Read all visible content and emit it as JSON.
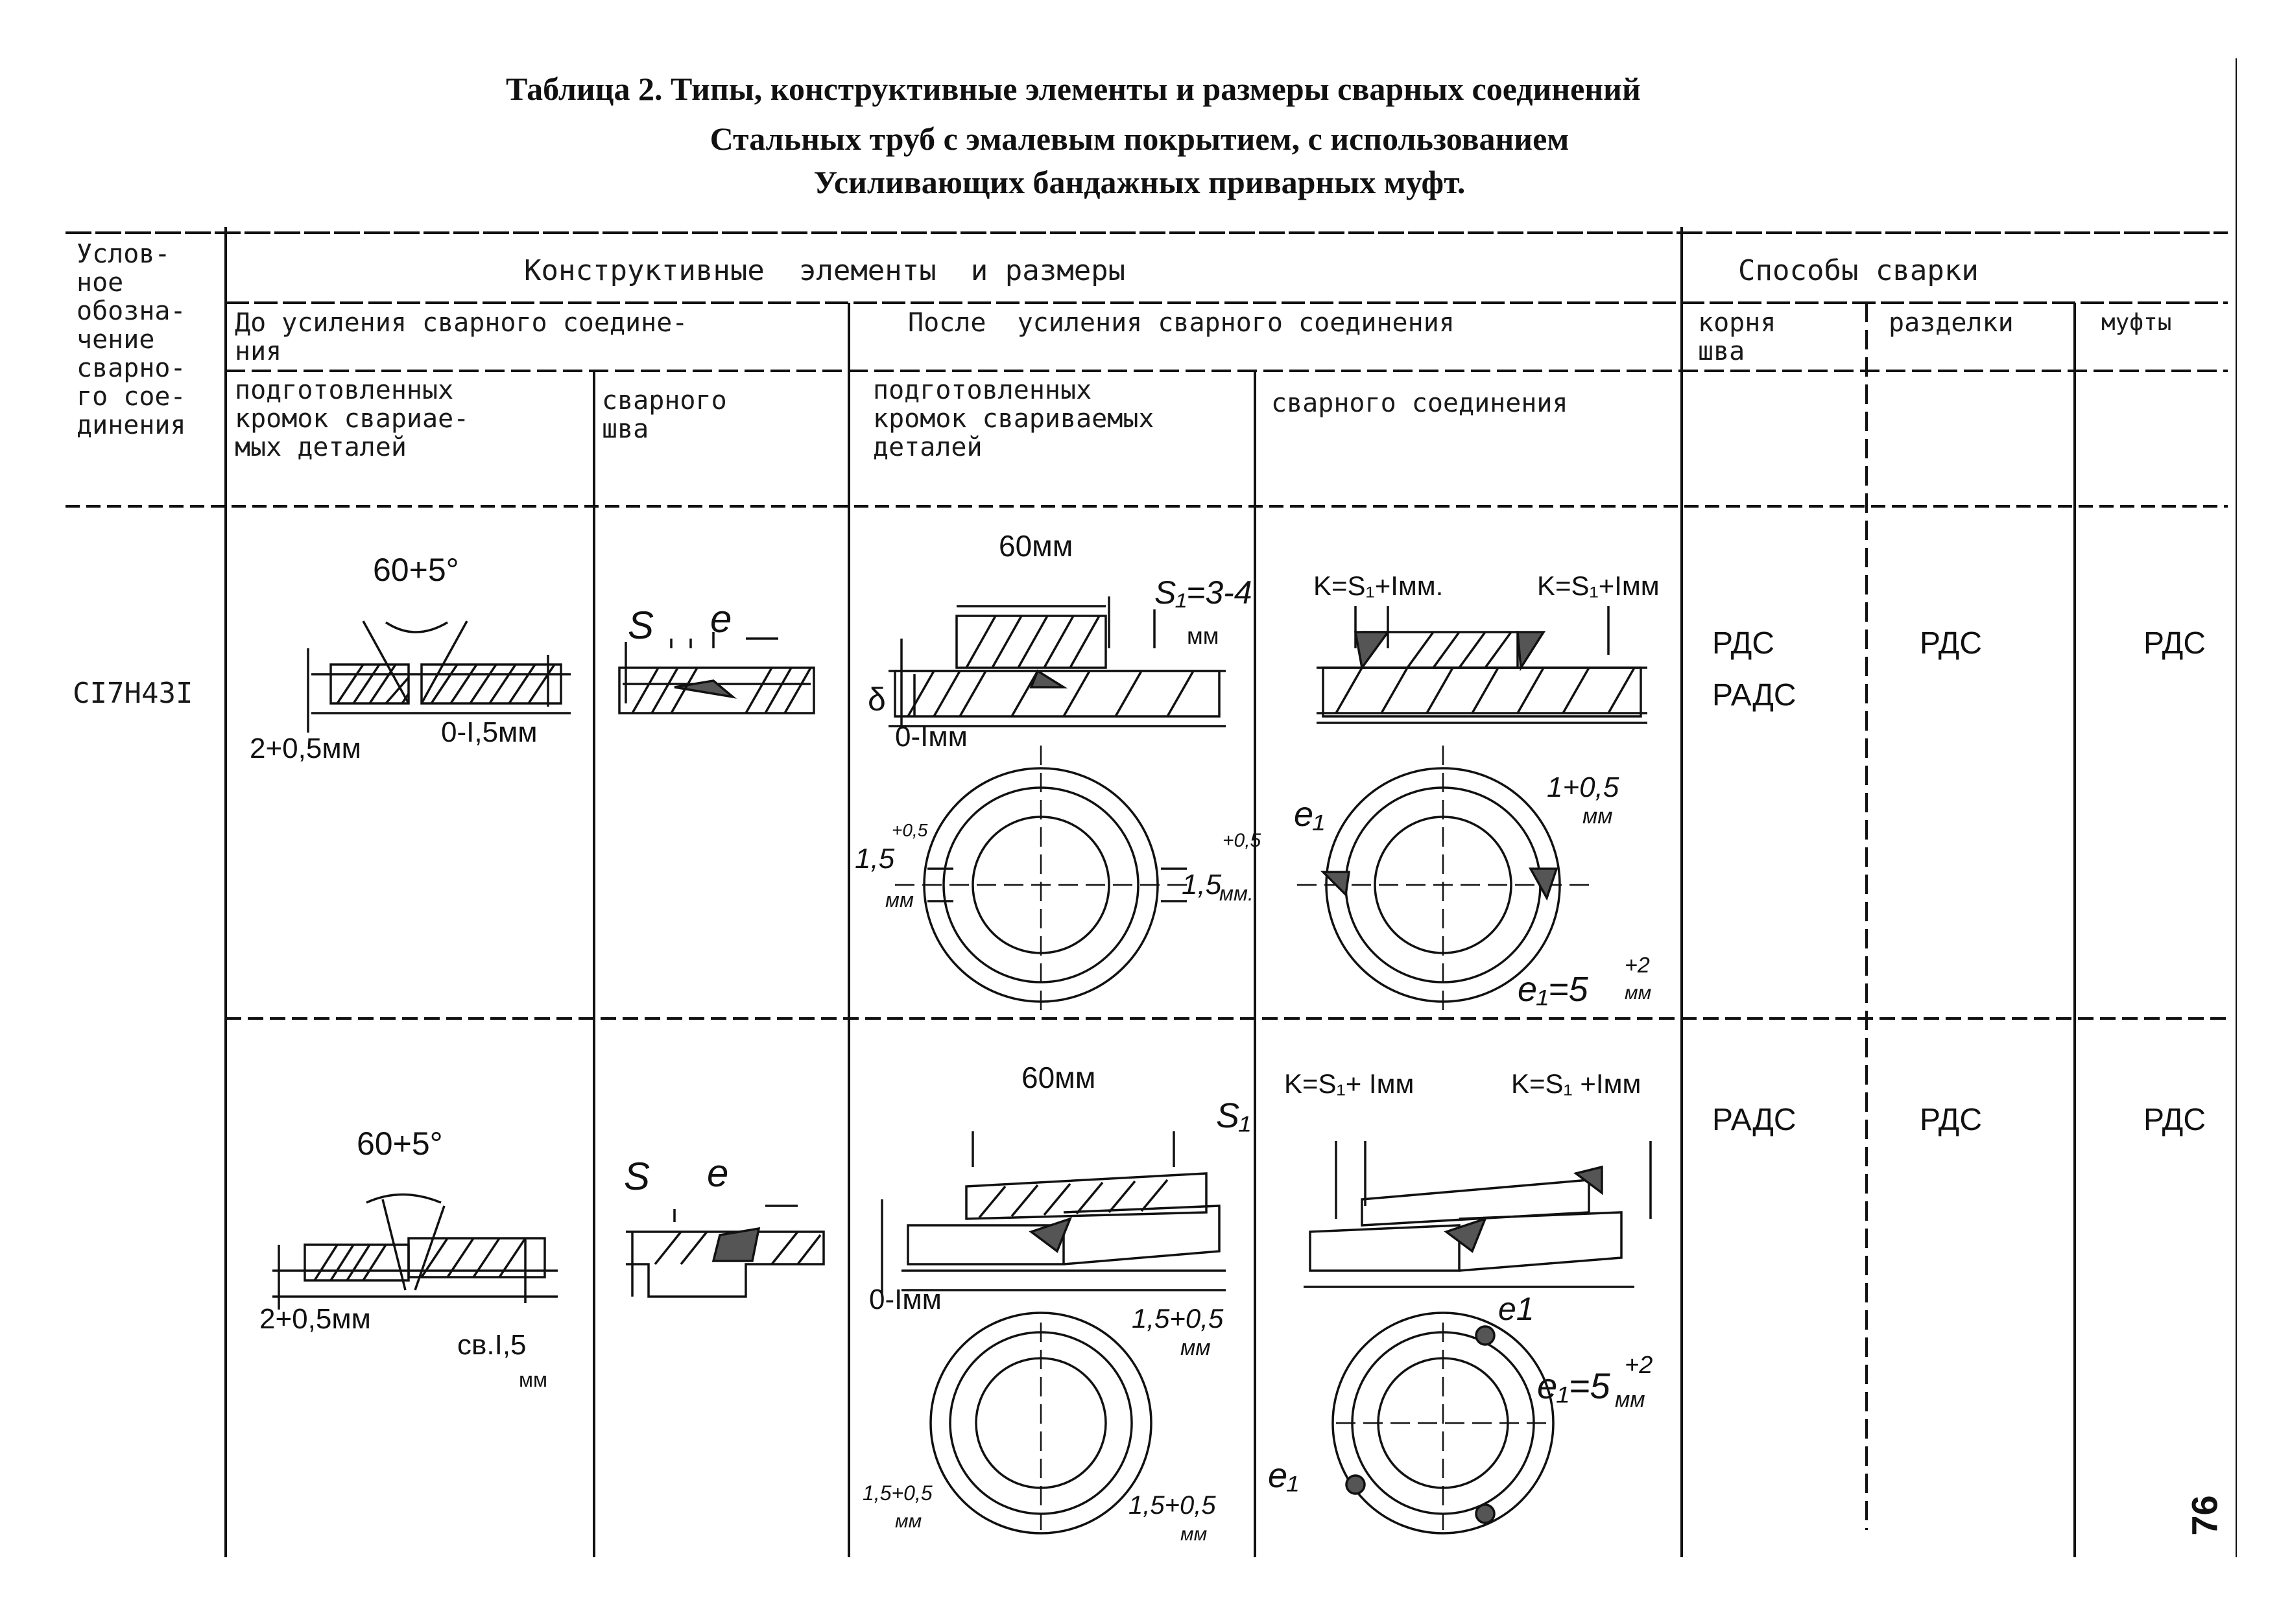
{
  "title": {
    "line1": "Таблица 2.    Типы, конструктивные элементы и размеры сварных соединений",
    "line2": "Стальных труб с эмалевым покрытием, с использованием",
    "line3": "Усиливающих бандажных приварных муфт."
  },
  "header": {
    "designation": "Услов-\nное\nобозна-\nчение\nсварно-\nго сое-\nдинения",
    "constructive": "Конструктивные  элементы  и размеры",
    "methods": "Способы сварки",
    "before": "До усиления сварного соедине-\nния",
    "after": "После  усиления сварного соединения",
    "root": "корня\nшва",
    "groove": "разделки",
    "sleeve": "муфты",
    "prepared_before": "подготовленных\nкромок свариае-\nмых деталей",
    "seam": "сварного\nшва",
    "prepared_after": "подготовленных\nкромок свариваемых\nдеталей",
    "joint": "сварного соединения"
  },
  "rows": [
    {
      "designation": "CI7H43I",
      "angle": "60+5°",
      "gap": "2+0,5мм",
      "root_face": "0-I,5мм",
      "seam_s": "S",
      "seam_e": "e",
      "width": "60мм",
      "s1": "S₁=3-4",
      "s1_unit": "мм",
      "delta": "δ",
      "gap2": "0-Iмм",
      "k_left": "K=S₁+Iмм.",
      "k_right": "K=S₁+Iмм",
      "ring_left": "1,5",
      "ring_left_tol": "+0,5",
      "ring_left_unit": "мм",
      "ring_right": "1,5",
      "ring_right_tol": "+0,5",
      "ring_right_unit": "мм.",
      "e1": "e₁",
      "tol_top": "1+0,5",
      "tol_top_unit": "мм",
      "e1_eq": "e₁=5",
      "e1_tol": "+2",
      "e1_unit": "мм",
      "root_method": "РДС",
      "root_method2": "РАДС",
      "groove_method": "РДС",
      "sleeve_method": "РДС"
    },
    {
      "designation": "",
      "angle": "60+5°",
      "gap": "2+0,5мм",
      "root_face": "св.I,5",
      "root_face_unit": "мм",
      "seam_s": "S",
      "seam_e": "e",
      "width": "60мм",
      "s1": "S₁",
      "gap2": "0-Iмм",
      "k_left": "K=S₁+ Iмм",
      "k_right": "K=S₁ +Iмм",
      "ring_top": "1,5+0,5",
      "ring_top_unit": "мм",
      "ring_bl": "1,5+0,5",
      "ring_bl_unit": "мм",
      "ring_br": "1,5+0,5",
      "ring_br_unit": "мм",
      "e1_top": "e1",
      "e1_eq": "e₁=5",
      "e1_tol": "+2",
      "e1_unit": "мм",
      "e1_left": "e₁",
      "root_method": "РАДС",
      "groove_method": "РДС",
      "sleeve_method": "РДС"
    }
  ],
  "page_number": "76"
}
